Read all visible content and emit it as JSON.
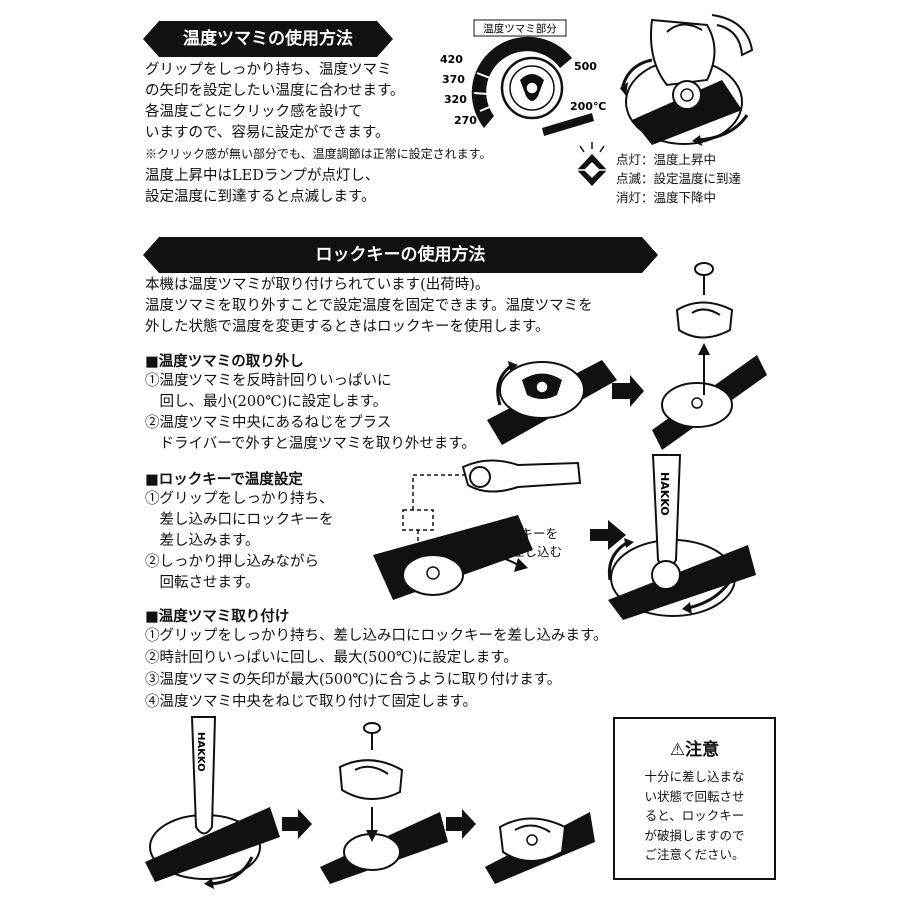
{
  "section1": {
    "title": "温度ツマミの使用方法",
    "lines": [
      "グリップをしっかり持ち、温度ツマミ",
      "の矢印を設定したい温度に合わせます。",
      "各温度ごとにクリック感を設けて",
      "いますので、容易に設定ができます。"
    ],
    "note": "※クリック感が無い部分でも、温度調節は正常に設定されます。",
    "led_lines": [
      "温度上昇中はLEDランプが点灯し、",
      "設定温度に到達すると点滅します。"
    ],
    "dial_label": "温度ツマミ部分",
    "dial_values": [
      "420",
      "370",
      "320",
      "270",
      "500",
      "200℃"
    ],
    "legend": [
      "点灯：温度上昇中",
      "点滅：設定温度に到達",
      "消灯：温度下降中"
    ]
  },
  "section2": {
    "title": "ロックキーの使用方法",
    "intro": [
      "本機は温度ツマミが取り付けられています(出荷時)。",
      "温度ツマミを取り外すことで設定温度を固定できます。温度ツマミを",
      "外した状態で温度を変更するときはロックキーを使用します。"
    ],
    "removal": {
      "heading": "■温度ツマミの取り外し",
      "steps": [
        "①温度ツマミを反時計回りいっぱいに",
        "　回し、最小(200℃)に設定します。",
        "②温度ツマミ中央にあるねじをプラス",
        "　ドライバーで外すと温度ツマミを取り外せます。"
      ]
    },
    "lockkey": {
      "heading": "■ロックキーで温度設定",
      "steps": [
        "①グリップをしっかり持ち、",
        "　差し込み口にロックキーを",
        "　差し込みます。",
        "②しっかり押し込みながら",
        "　回転させます。"
      ],
      "callout": [
        "ロックキーを",
        "しっかり差し込む"
      ]
    },
    "attach": {
      "heading": "■温度ツマミ取り付け",
      "steps": [
        "①グリップをしっかり持ち、差し込み口にロックキーを差し込みます。",
        "②時計回りいっぱいに回し、最大(500℃)に設定します。",
        "③温度ツマミの矢印が最大(500℃)に合うように取り付けます。",
        "④温度ツマミ中央をねじで取り付けて固定します。"
      ]
    },
    "brand": "HAKKO"
  },
  "caution": {
    "title": "注意",
    "lines": [
      "十分に差し込まな",
      "い状態で回転させ",
      "ると、ロックキー",
      "が破損しますので",
      "ご注意ください。"
    ]
  }
}
